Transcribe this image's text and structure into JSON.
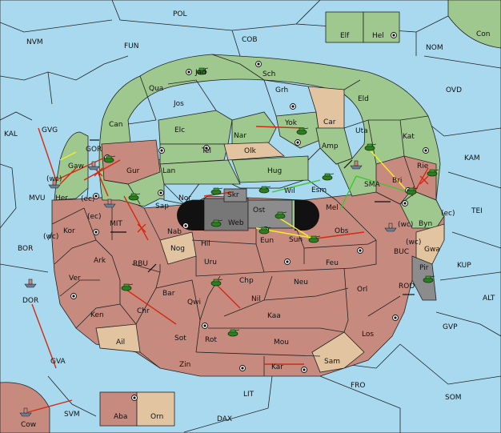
{
  "palette": {
    "sea": "#a9d9ee",
    "green_power": "#9fc88f",
    "red_power": "#c78a7f",
    "neutral": "#e3c4a0",
    "impassable": "#8c8c8c",
    "order_move": "#d42a12",
    "order_support_a": "#f3ee2c",
    "order_support_b": "#3cc82c"
  },
  "sea_labels": {
    "pol": "POL",
    "nvm": "NVM",
    "fun": "FUN",
    "cob": "COB",
    "nom": "NOM",
    "con": "Con",
    "ovd": "OVD",
    "kal": "KAL",
    "gvg": "GVG",
    "gor": "GOR",
    "kam": "KAM",
    "mvu": "MVU",
    "mit": "MIT",
    "sma": "SMA",
    "tei": "TEI",
    "bor": "BOR",
    "rbu": "RBU",
    "buc": "BUC",
    "kup": "KUP",
    "alt": "ALT",
    "rod": "ROD",
    "gvp": "GVP",
    "gva": "GVA",
    "fro": "FRO",
    "lit": "LIT",
    "som": "SOM",
    "svm": "SVM",
    "dax": "DAX"
  },
  "land_labels": {
    "elf": "Elf",
    "hel": "Hel",
    "jad": "Jad",
    "sch": "Sch",
    "qua": "Qua",
    "grh": "Grh",
    "eld": "Eld",
    "jos": "Jos",
    "can": "Can",
    "yok": "Yok",
    "car": "Car",
    "nar": "Nar",
    "elc": "Elc",
    "uta": "Uta",
    "kat": "Kat",
    "gaw": "Gaw",
    "tel": "Tel",
    "olk": "Olk",
    "amp": "Amp",
    "gur": "Gur",
    "lan": "Lan",
    "hug": "Hug",
    "rie": "Rie",
    "bri": "Bri",
    "esm": "Esm",
    "wil": "Wil",
    "nor": "Nor",
    "skr": "Skr",
    "her": "Her",
    "sap": "Sap",
    "ost": "Ost",
    "web": "Web",
    "mel": "Mel",
    "byn": "Byn",
    "kor": "Kor",
    "nab": "Nab",
    "eun": "Eun",
    "sun": "Sun",
    "obs": "Obs",
    "hil": "Hil",
    "nog": "Nog",
    "gwa": "Gwa",
    "ark": "Ark",
    "uru": "Uru",
    "feu": "Feu",
    "pir": "Pir",
    "ver": "Ver",
    "chp": "Chp",
    "neu": "Neu",
    "dor": "DOR",
    "bar": "Bar",
    "orl": "Orl",
    "qwi": "Qwi",
    "nil": "Nil",
    "ken": "Ken",
    "chr": "Chr",
    "kaa": "Kaa",
    "ail": "Ail",
    "sot": "Sot",
    "rot": "Rot",
    "mou": "Mou",
    "los": "Los",
    "zin": "Zin",
    "kar": "Kar",
    "sam": "Sam",
    "aba": "Aba",
    "orn": "Orn",
    "cow": "Cow"
  },
  "coast_labels": {
    "gaw_wc": "(wc)",
    "her_ec": "(ec)",
    "kor_ec": "(ec)",
    "kor_wc": "(wc)",
    "bri_wc": "(wc)",
    "byn_ec": "(ec)",
    "gwa_wc": "(wc)"
  }
}
